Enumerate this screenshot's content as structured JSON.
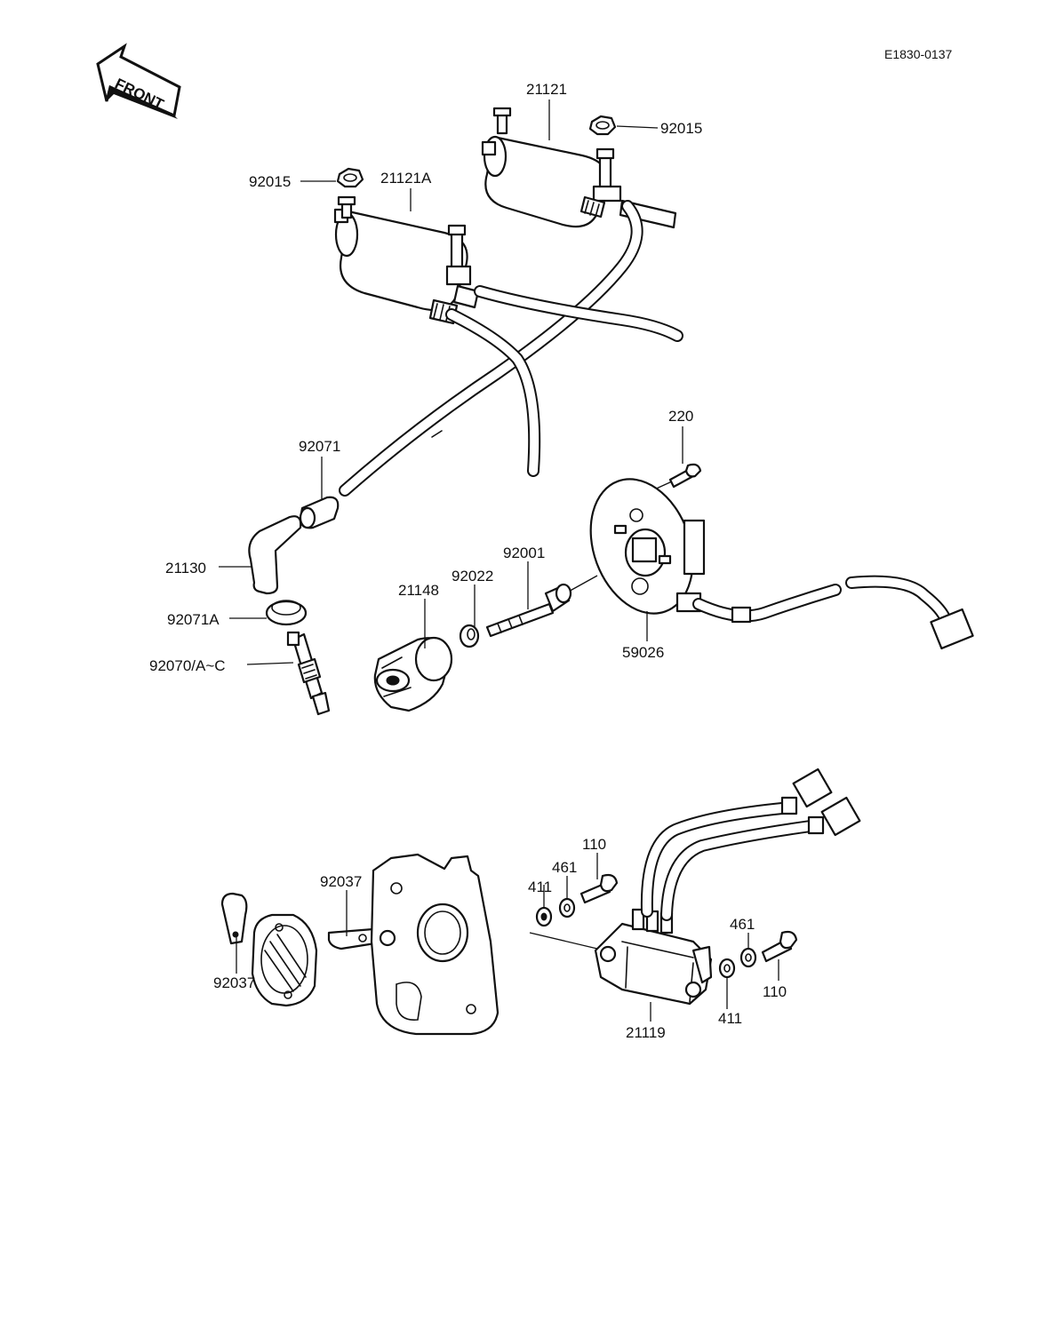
{
  "document_code": "E1830-0137",
  "front_arrow_text": "FRONT",
  "callouts": {
    "c21121": "21121",
    "c92015_top": "92015",
    "c92015_left": "92015",
    "c21121a": "21121A",
    "c220": "220",
    "c92071": "92071",
    "c21130": "21130",
    "c92071a": "92071A",
    "c92070": "92070/A~C",
    "c92001": "92001",
    "c92022": "92022",
    "c21148": "21148",
    "c59026": "59026",
    "c110_top": "110",
    "c461_top": "461",
    "c411_top": "411",
    "c92037_top": "92037",
    "c92037_bottom": "92037",
    "c461_right": "461",
    "c110_right": "110",
    "c411_bottom": "411",
    "c21119": "21119"
  }
}
